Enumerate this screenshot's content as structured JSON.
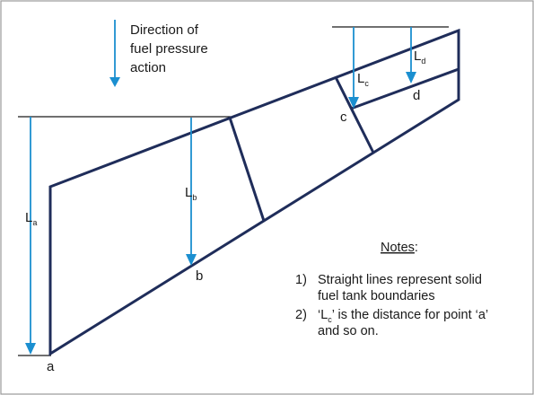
{
  "title_lines": [
    "Direction of",
    "fuel pressure",
    "action"
  ],
  "points": {
    "a": "a",
    "b": "b",
    "c": "c",
    "d": "d"
  },
  "distances": {
    "La": {
      "main": "L",
      "sub": "a"
    },
    "Lb": {
      "main": "L",
      "sub": "b"
    },
    "Lc": {
      "main": "L",
      "sub": "c"
    },
    "Ld": {
      "main": "L",
      "sub": "d"
    }
  },
  "notes": {
    "heading": "Notes",
    "heading_suffix": ":",
    "items": [
      {
        "number": "1)",
        "lines": [
          "Straight lines represent solid",
          "fuel tank boundaries"
        ]
      },
      {
        "number": "2)",
        "line1_pre": "‘L",
        "line1_sub": "c",
        "line1_post": "’ is the distance for point ‘a’",
        "line2": "and so on."
      }
    ]
  },
  "colors": {
    "tank": "#1f2d5a",
    "arrow": "#1b8fd0",
    "reference": "#1a1a1a",
    "frame": "#9a9a9a"
  }
}
